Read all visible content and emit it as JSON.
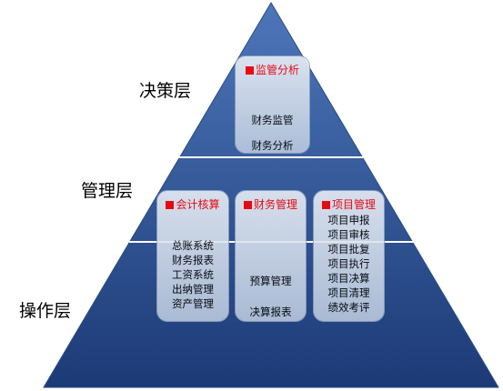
{
  "layers": {
    "decision": "决策层",
    "management": "管理层",
    "operation": "操作层"
  },
  "modules": {
    "supervision": {
      "title": "监管分析",
      "items": [
        "财务监管",
        "财务分析"
      ]
    },
    "accounting": {
      "title": "会计核算",
      "items": [
        "总账系统",
        "财务报表",
        "工资系统",
        "出纳管理",
        "资产管理"
      ]
    },
    "finance": {
      "title": "财务管理",
      "items": [
        "预算管理",
        "决算报表"
      ]
    },
    "project": {
      "title": "项目管理",
      "items": [
        "项目申报",
        "项目审核",
        "项目批复",
        "项目执行",
        "项目决算",
        "项目清理",
        "绩效考评"
      ]
    }
  },
  "colors": {
    "pyramid_top": "#4a72b5",
    "pyramid_bottom": "#1d3c78",
    "title_marker": "#ff0000",
    "divider": "#ffffff"
  }
}
